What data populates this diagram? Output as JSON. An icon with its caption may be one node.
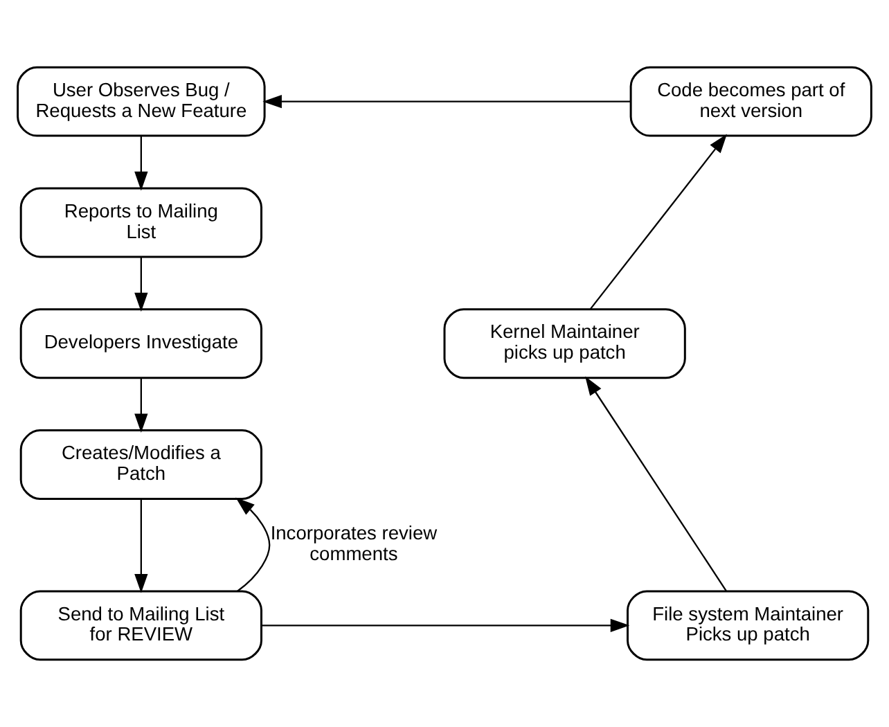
{
  "diagram": {
    "nodes": [
      {
        "text": [
          "User Observes Bug / Requests a New Feature"
        ]
      },
      {
        "text": [
          "Reports to Mailing List"
        ]
      },
      {
        "text": [
          "Developers Investigate"
        ]
      },
      {
        "text": [
          "Creates/Modifies a Patch"
        ]
      },
      {
        "text": [
          "Send to Mailing List for REVIEW"
        ]
      },
      {
        "text": [
          "File system Maintainer Picks up patch"
        ]
      },
      {
        "text": [
          "Kernel Maintainer picks up patch"
        ]
      },
      {
        "text": [
          "Code becomes part of next version"
        ]
      }
    ],
    "edges": [
      {
        "from": 0,
        "to": 1,
        "arrow": "to"
      },
      {
        "from": 1,
        "to": 2,
        "arrow": "to"
      },
      {
        "from": 2,
        "to": 3,
        "arrow": "to"
      },
      {
        "from": 3,
        "to": 4,
        "arrow": "to"
      },
      {
        "from": 4,
        "to": 3,
        "arrow": "to",
        "label": "Incorporates review comments"
      },
      {
        "from": 4,
        "to": 5,
        "arrow": "to"
      },
      {
        "from": 5,
        "to": 6,
        "arrow": "to"
      },
      {
        "from": 6,
        "to": 7,
        "arrow": "to"
      },
      {
        "from": 7,
        "to": 0,
        "arrow": "to"
      }
    ]
  }
}
